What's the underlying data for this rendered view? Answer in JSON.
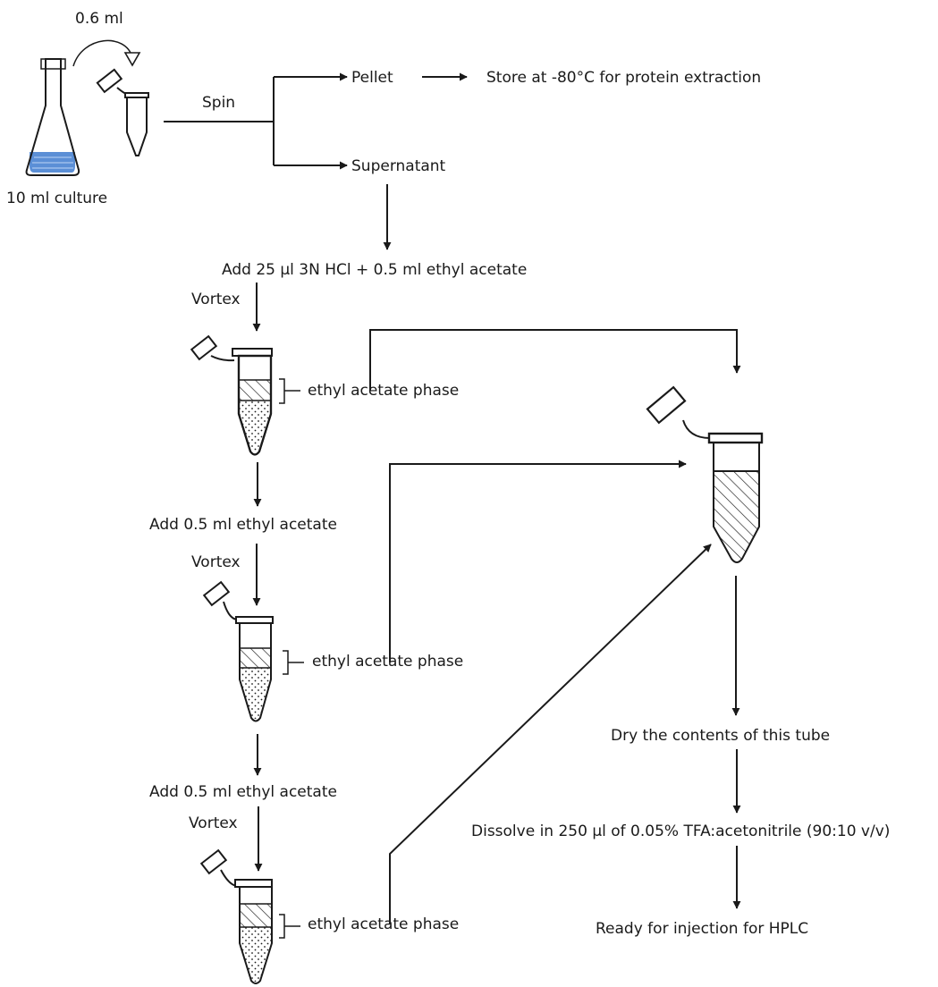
{
  "labels": {
    "transfer_volume": "0.6 ml",
    "culture": "10 ml culture",
    "spin": "Spin",
    "pellet": "Pellet",
    "store": "Store at -80°C for protein extraction",
    "supernatant": "Supernatant",
    "add_acid": "Add 25 µl 3N HCl + 0.5 ml ethyl acetate",
    "vortex_1": "Vortex",
    "phase_1": "ethyl acetate phase",
    "add_ea_1": "Add 0.5 ml ethyl acetate",
    "vortex_2": "Vortex",
    "phase_2": "ethyl acetate phase",
    "add_ea_2": "Add 0.5 ml ethyl acetate",
    "vortex_3": "Vortex",
    "phase_3": "ethyl acetate phase",
    "dry": "Dry the contents of this tube",
    "dissolve": "Dissolve in 250 µl of 0.05% TFA:acetonitrile (90:10 v/v)",
    "ready": "Ready for injection for HPLC"
  },
  "colors": {
    "ink": "#1a1a1a",
    "culture_liquid": "#5b8fd6"
  }
}
